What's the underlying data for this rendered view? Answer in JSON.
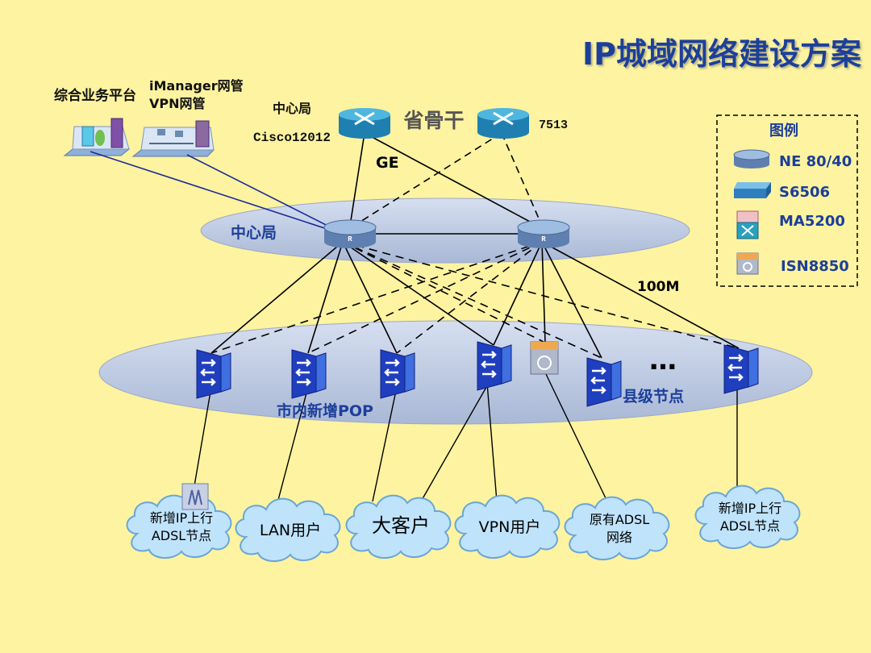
{
  "title": "IP城域网络建设方案",
  "top_left": {
    "platform_label": "综合业务平台",
    "imanager_label": "iManager网管",
    "vpn_mgmt_label": "VPN网管"
  },
  "backbone": {
    "center_office_label": "中心局",
    "cisco_label": "Cisco12012",
    "backbone_label": "省骨干",
    "r7513_label": "7513",
    "link_label": "GE"
  },
  "core": {
    "ring_label": "中心局",
    "link_label": "100M"
  },
  "access": {
    "pop_label": "市内新增POP",
    "county_label": "县级节点",
    "ellipsis": "…"
  },
  "clouds": [
    {
      "line1": "新增IP上行",
      "line2": "ADSL节点"
    },
    {
      "line1": "LAN用户",
      "line2": ""
    },
    {
      "line1": "大客户",
      "line2": ""
    },
    {
      "line1": "VPN用户",
      "line2": ""
    },
    {
      "line1": "原有ADSL",
      "line2": "网络"
    },
    {
      "line1": "新增IP上行",
      "line2": "ADSL节点"
    }
  ],
  "legend": {
    "title": "图例",
    "items": [
      {
        "label": "NE 80/40",
        "icon": "router-icon"
      },
      {
        "label": "S6506",
        "icon": "switch-icon"
      },
      {
        "label": "MA5200",
        "icon": "ma5200-icon"
      },
      {
        "label": "ISN8850",
        "icon": "isn8850-icon"
      }
    ]
  },
  "colors": {
    "background": "#fdf3a0",
    "title": "#1c3f9a",
    "ellipse": "#b9c6e0",
    "router": "#2e8fc0",
    "access_switch": "#1f3fbf",
    "cloud": "#bfe3fb",
    "legend_text": "#1c3f9a"
  }
}
